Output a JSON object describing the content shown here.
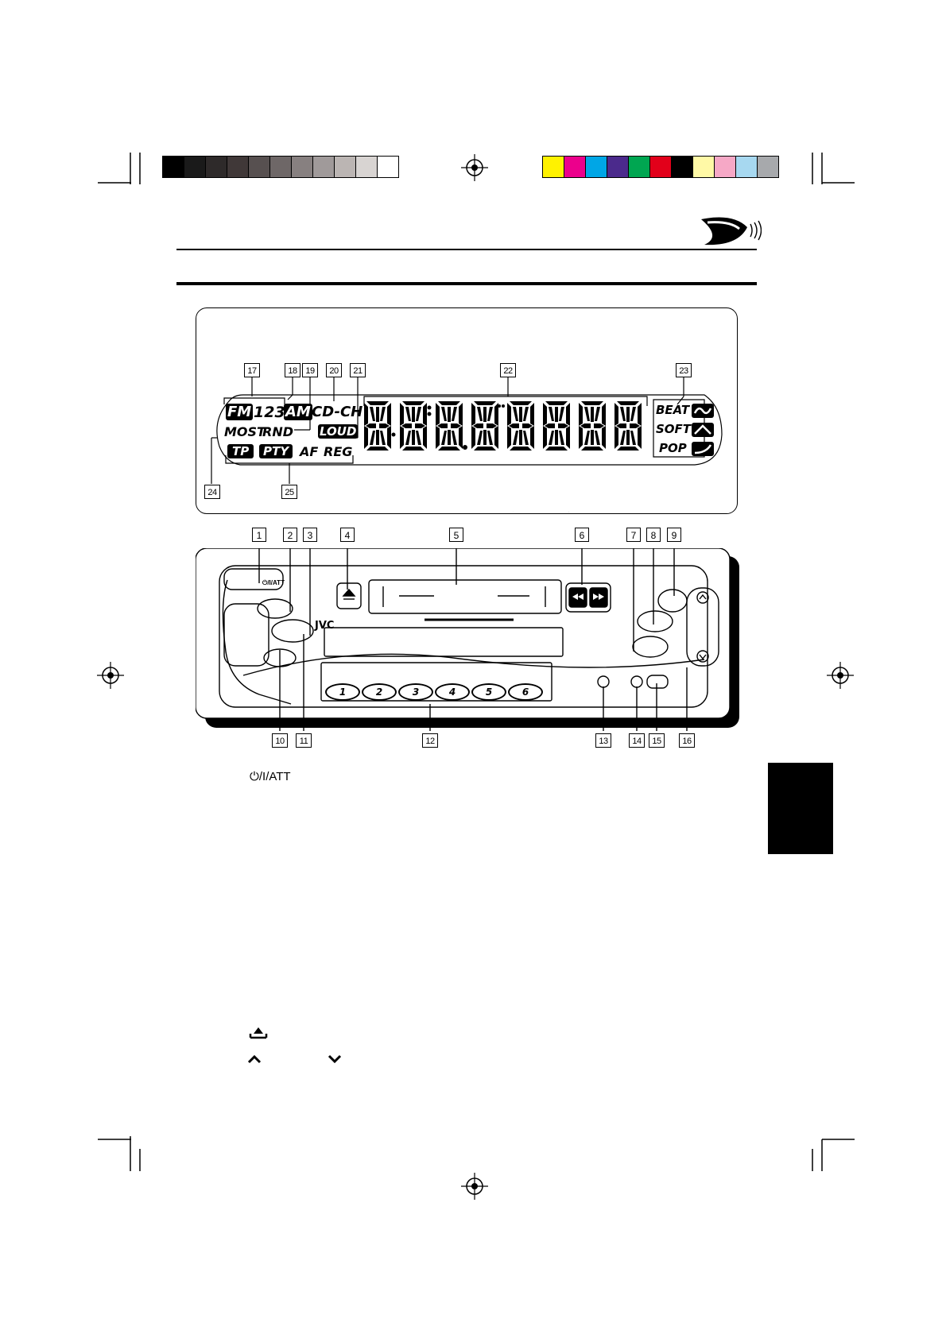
{
  "color_bar": {
    "grays": [
      "#000000",
      "#1a1a1a",
      "#2e2a2a",
      "#403838",
      "#575050",
      "#6e6767",
      "#878080",
      "#a09a9a",
      "#bbb5b3",
      "#d8d4d2",
      "#ffffff"
    ],
    "colors": [
      "#fff200",
      "#ec008c",
      "#00a6e6",
      "#4b2a8c",
      "#00a651",
      "#e2001a",
      "#000000",
      "#fff9a6",
      "#f6a8c6",
      "#a7d8f0",
      "#a7a9ac"
    ]
  },
  "display": {
    "callouts_top": [
      "17",
      "18",
      "19",
      "20",
      "21",
      "22",
      "23"
    ],
    "callouts_bottom": [
      "24",
      "25"
    ],
    "indicators": {
      "fm": "FM",
      "band_digits": "123",
      "am": "AM",
      "cd_ch": "CD-CH",
      "most": "MOST",
      "rnd": "RND",
      "loud": "LOUD",
      "tp": "TP",
      "pty": "PTY",
      "af": "AF",
      "reg": "REG",
      "beat": "BEAT",
      "soft": "SOFT",
      "pop": "POP"
    }
  },
  "unit": {
    "callouts_top": [
      "1",
      "2",
      "3",
      "4",
      "5",
      "6",
      "7",
      "8",
      "9"
    ],
    "callouts_bottom": [
      "10",
      "11",
      "12",
      "13",
      "14",
      "15",
      "16"
    ],
    "power_label": "⏻/I/ATT",
    "brand": "JVC",
    "presets": [
      "1",
      "2",
      "3",
      "4",
      "5",
      "6"
    ]
  },
  "captions": {
    "power_att": "⏻/I/ATT"
  }
}
